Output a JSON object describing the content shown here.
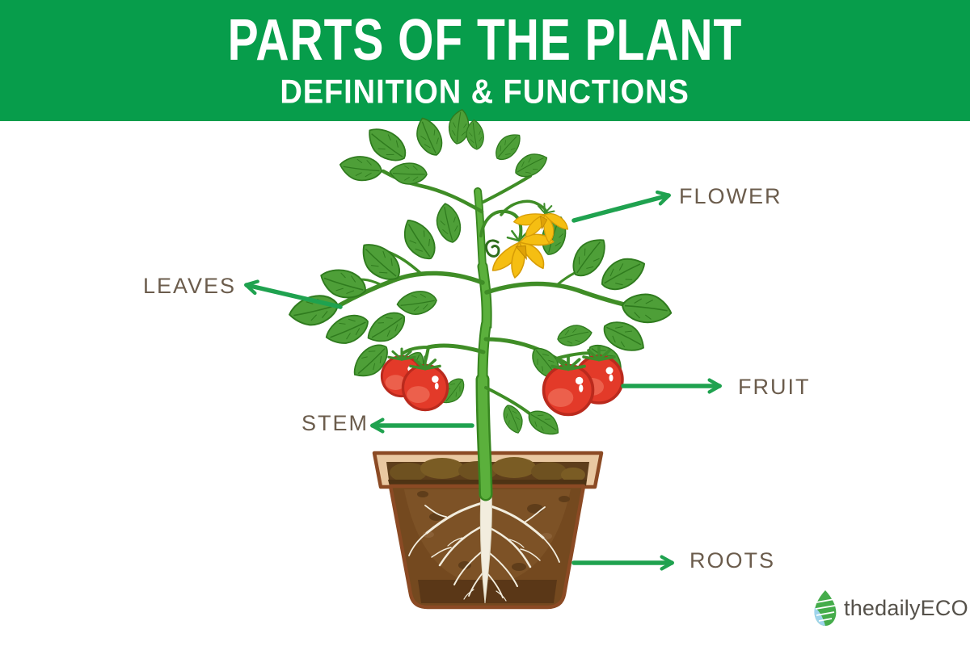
{
  "header": {
    "title": "PARTS OF THE PLANT",
    "subtitle": "DEFINITION & FUNCTIONS"
  },
  "labels": {
    "flower": "FLOWER",
    "leaves": "LEAVES",
    "fruit": "FRUIT",
    "stem": "STEM",
    "roots": "ROOTS"
  },
  "illustration": {
    "name": "tomato-plant-in-pot",
    "parts_shown": [
      "flower",
      "leaves",
      "fruit",
      "stem",
      "roots"
    ],
    "icons": [
      "leaf-icon",
      "arrow-icon"
    ]
  },
  "logo": {
    "text": "thedailyECO",
    "icon": "leaf-icon"
  },
  "colors": {
    "header_bg": "#079D4B",
    "header_text": "#FFFFFF",
    "arrow_green": "#1FA24F",
    "label_text": "#6B5C4C",
    "leaf_green": "#4E9F38",
    "stem_green": "#5BB03C",
    "tomato_red": "#E33A29",
    "flower_yellow": "#F5BE12",
    "pot_brown": "#74491F",
    "pot_rim_tan": "#E9C8A1",
    "root_white": "#F2EDDE",
    "logo_text": "#55514A",
    "logo_leaf_green": "#45AC4B",
    "logo_leaf_blue": "#9FD4EC"
  }
}
